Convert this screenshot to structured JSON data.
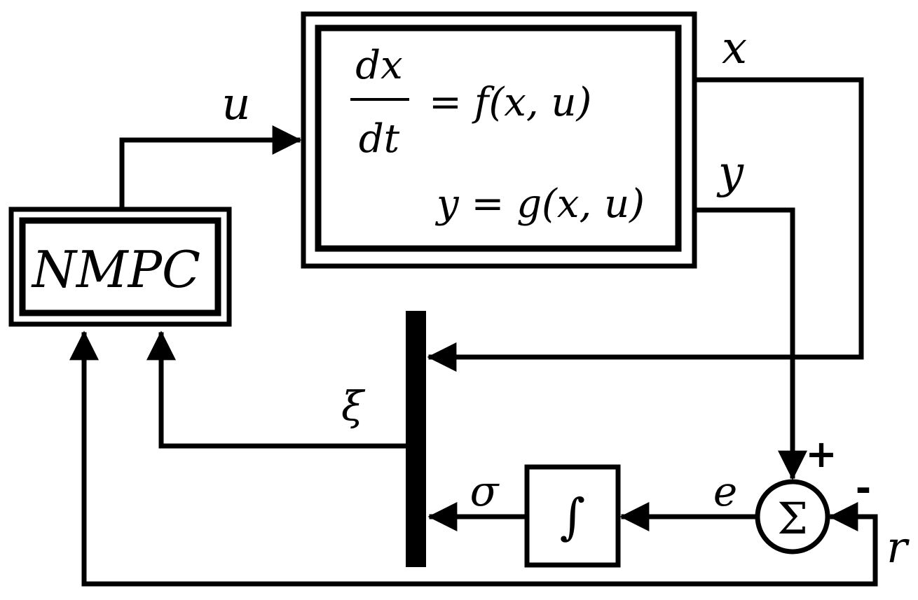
{
  "blocks": {
    "nmpc": {
      "label": "NMPC"
    },
    "plant": {
      "numerator": "dx",
      "denominator": "dt",
      "dynamics_rhs": "= f(x, u)",
      "output_equation": "y = g(x, u)"
    },
    "integrator": {
      "symbol": "∫"
    },
    "summing_junction": {
      "symbol": "Σ",
      "plus_sign": "+",
      "minus_sign": "-"
    }
  },
  "signals": {
    "u": "u",
    "x": "x",
    "y": "y",
    "xi": "ξ",
    "sigma": "σ",
    "e": "e",
    "r": "r"
  }
}
